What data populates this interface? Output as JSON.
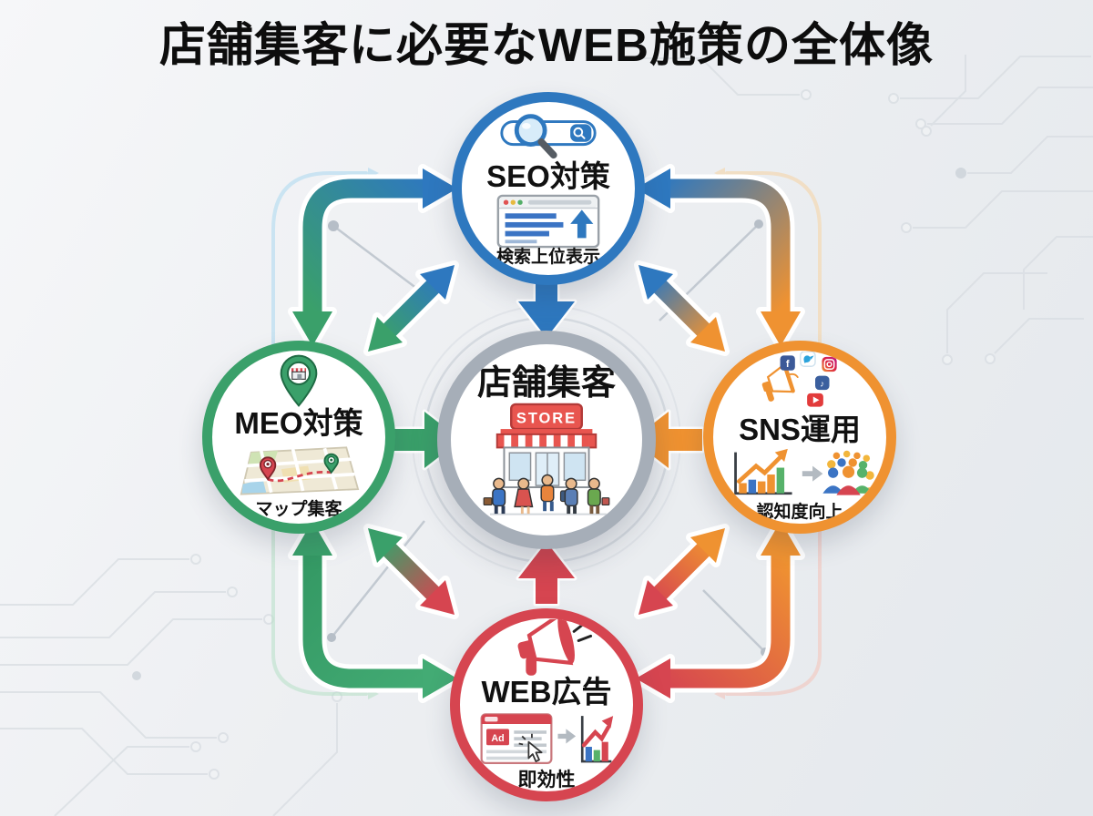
{
  "title": "店舗集客に必要なWEB施策の全体像",
  "center": {
    "label": "店舗集客",
    "store_sign": "STORE"
  },
  "nodes": {
    "seo": {
      "label": "SEO対策",
      "sublabel": "検索上位表示",
      "color": "#2e78bf"
    },
    "meo": {
      "label": "MEO対策",
      "sublabel": "マップ集客",
      "color": "#3aa06a"
    },
    "sns": {
      "label": "SNS運用",
      "sublabel": "認知度向上",
      "color": "#ef9231"
    },
    "web": {
      "label": "WEB広告",
      "sublabel": "即効性",
      "ad_label": "Ad",
      "color": "#d64550"
    }
  },
  "icons": {
    "facebook_glyph": "f",
    "music_note_glyph": "♪"
  },
  "colors": {
    "seo_blue": "#2e78bf",
    "meo_green": "#3aa06a",
    "sns_orange": "#ef9231",
    "web_red": "#d64550",
    "center_ring": "#a6aeb8"
  }
}
